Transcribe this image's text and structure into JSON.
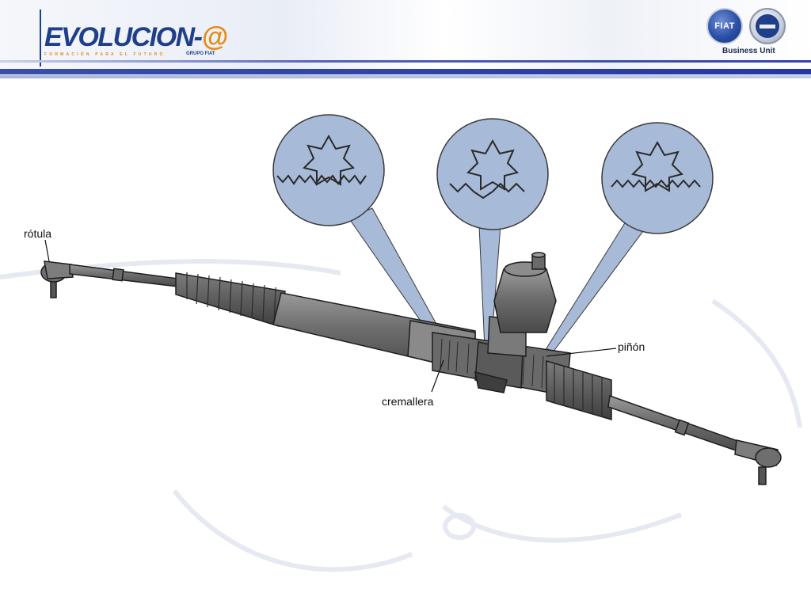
{
  "header": {
    "brand_word": "EVOLUCION-",
    "brand_at": "@",
    "brand_tagline": "FORMACIÓN PARA EL FUTURO",
    "brand_group": "GRUPO FIAT",
    "fiat_logo": "FIAT",
    "business_unit": "Business Unit"
  },
  "labels": {
    "rotula": "rótula",
    "pinon": "piñón",
    "cremallera": "cremallera"
  },
  "colors": {
    "header_blue": "#2438a2",
    "callout_fill": "#a7bad8",
    "part_gray": "#7a7a7a"
  },
  "icons": [
    "fiat-logo",
    "lancia-logo",
    "gear-mesh-icon"
  ]
}
